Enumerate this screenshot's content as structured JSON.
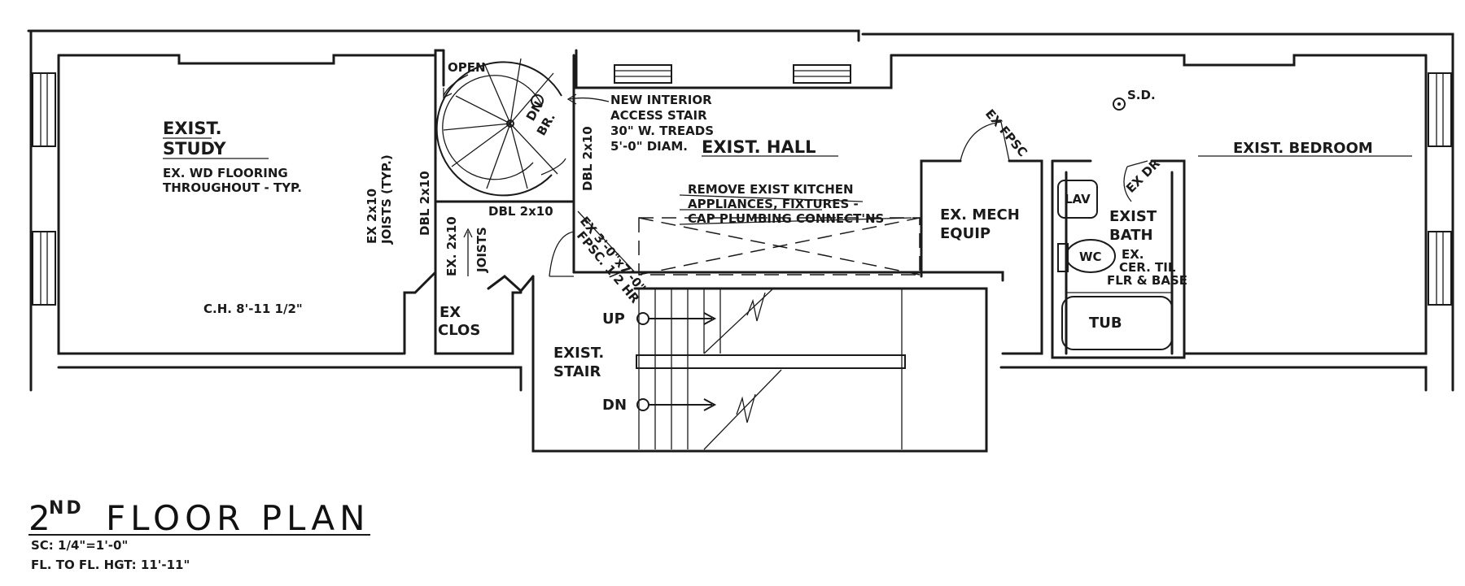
{
  "title": "2ND FLOOR PLAN",
  "title_main": "FLOOR PLAN",
  "title_num": "2",
  "title_sup": "ND",
  "scale": "SC: 1/4\"=1'-0\"",
  "floor_height": "FL. TO FL. HGT: 11'-11\"",
  "rooms": {
    "study_line1": "EXIST.",
    "study_line2": "STUDY",
    "study_note1": "EX. WD FLOORING",
    "study_note2": "THROUGHOUT - TYP.",
    "ceiling_height": "C.H.   8'-11 1/2\"",
    "hall": "EXIST. HALL",
    "bedroom": "EXIST. BEDROOM",
    "closet1": "EX",
    "closet2": "CLOS",
    "stair1": "EXIST.",
    "stair2": "STAIR",
    "mech1": "EX. MECH",
    "mech2": "EQUIP",
    "bath1": "EXIST",
    "bath2": "BATH",
    "bath_note1": "EX.",
    "bath_note2": "CER. TIL",
    "bath_note3": "FLR & BASE",
    "lav": "LAV",
    "wc": "WC",
    "tub": "TUB"
  },
  "notes": {
    "new_stair1": "NEW INTERIOR",
    "new_stair2": "ACCESS STAIR",
    "new_stair3": "30\" W. TREADS",
    "new_stair4": "5'-0\" DIAM.",
    "remove1": "REMOVE EXIST KITCHEN",
    "remove2": "APPLIANCES, FIXTURES -",
    "remove3": "CAP PLUMBING CONNECT'NS",
    "open": "OPEN",
    "dn_br1": "DN",
    "dn_br2": "BR.",
    "dbl_left": "DBL 2x10",
    "dbl_bottom": "DBL 2x10",
    "dbl_right": "DBL 2x10",
    "joists_typ1": "EX 2x10",
    "joists_typ2": "JOISTS (TYP.)",
    "joists1": "EX. 2x10",
    "joists2": "JOISTS",
    "door_note1": "EX 3'-0\"x7'-0\"",
    "door_note2": "FPSC. 1/2 HR",
    "ex_fpsc": "EX FPSC",
    "ex_dr": "EX DR",
    "sd": "S.D.",
    "up": "UP",
    "dn": "DN"
  }
}
